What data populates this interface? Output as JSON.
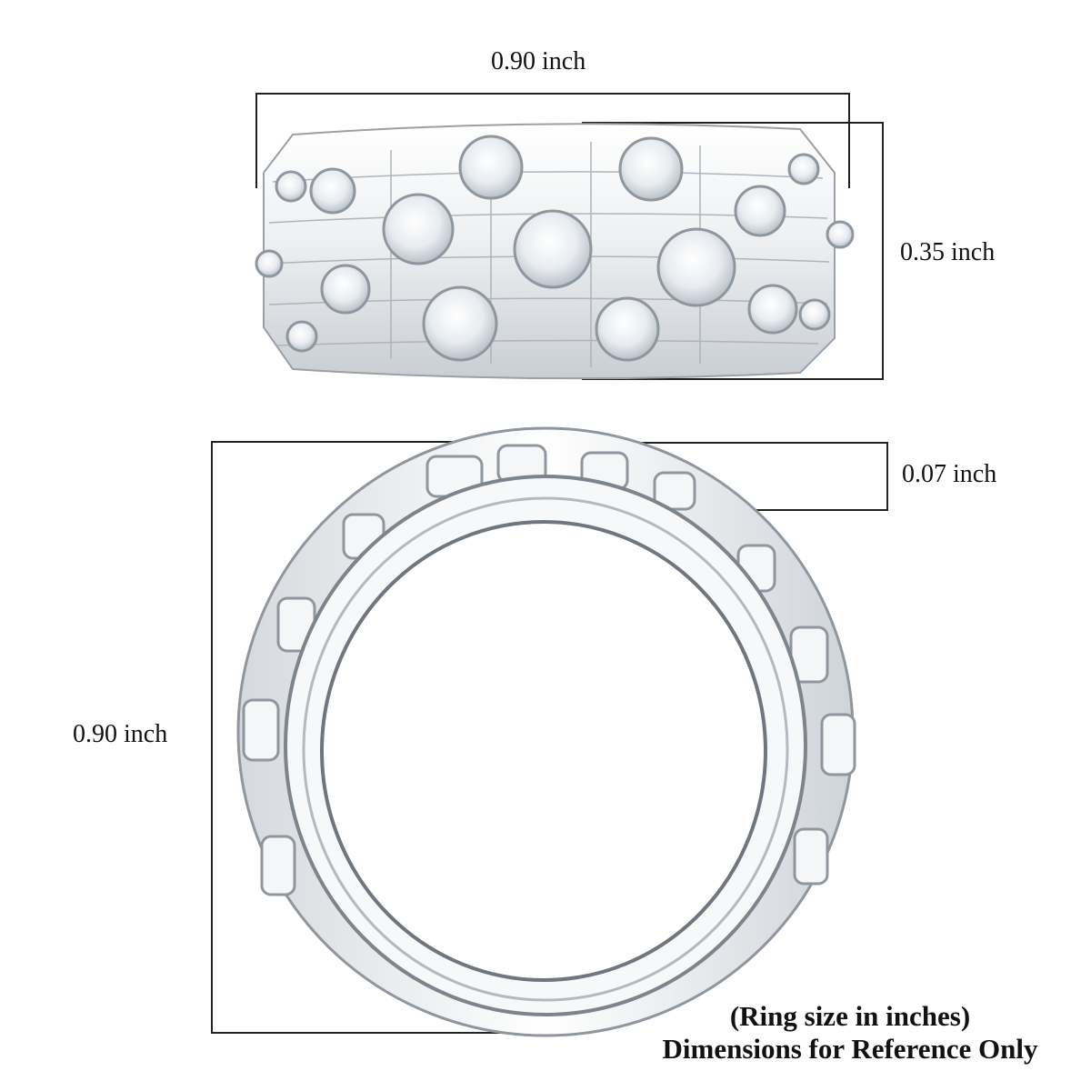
{
  "dimensions": {
    "top_width": "0.90 inch",
    "band_height": "0.35 inch",
    "band_thickness": "0.07 inch",
    "ring_height": "0.90 inch"
  },
  "note": {
    "line1": "(Ring size in inches)",
    "line2": "Dimensions for Reference Only"
  },
  "colors": {
    "background": "#ffffff",
    "metal": "#e9ecef",
    "metal_shadow": "#9aa0a6",
    "dimension_line": "#222222"
  }
}
